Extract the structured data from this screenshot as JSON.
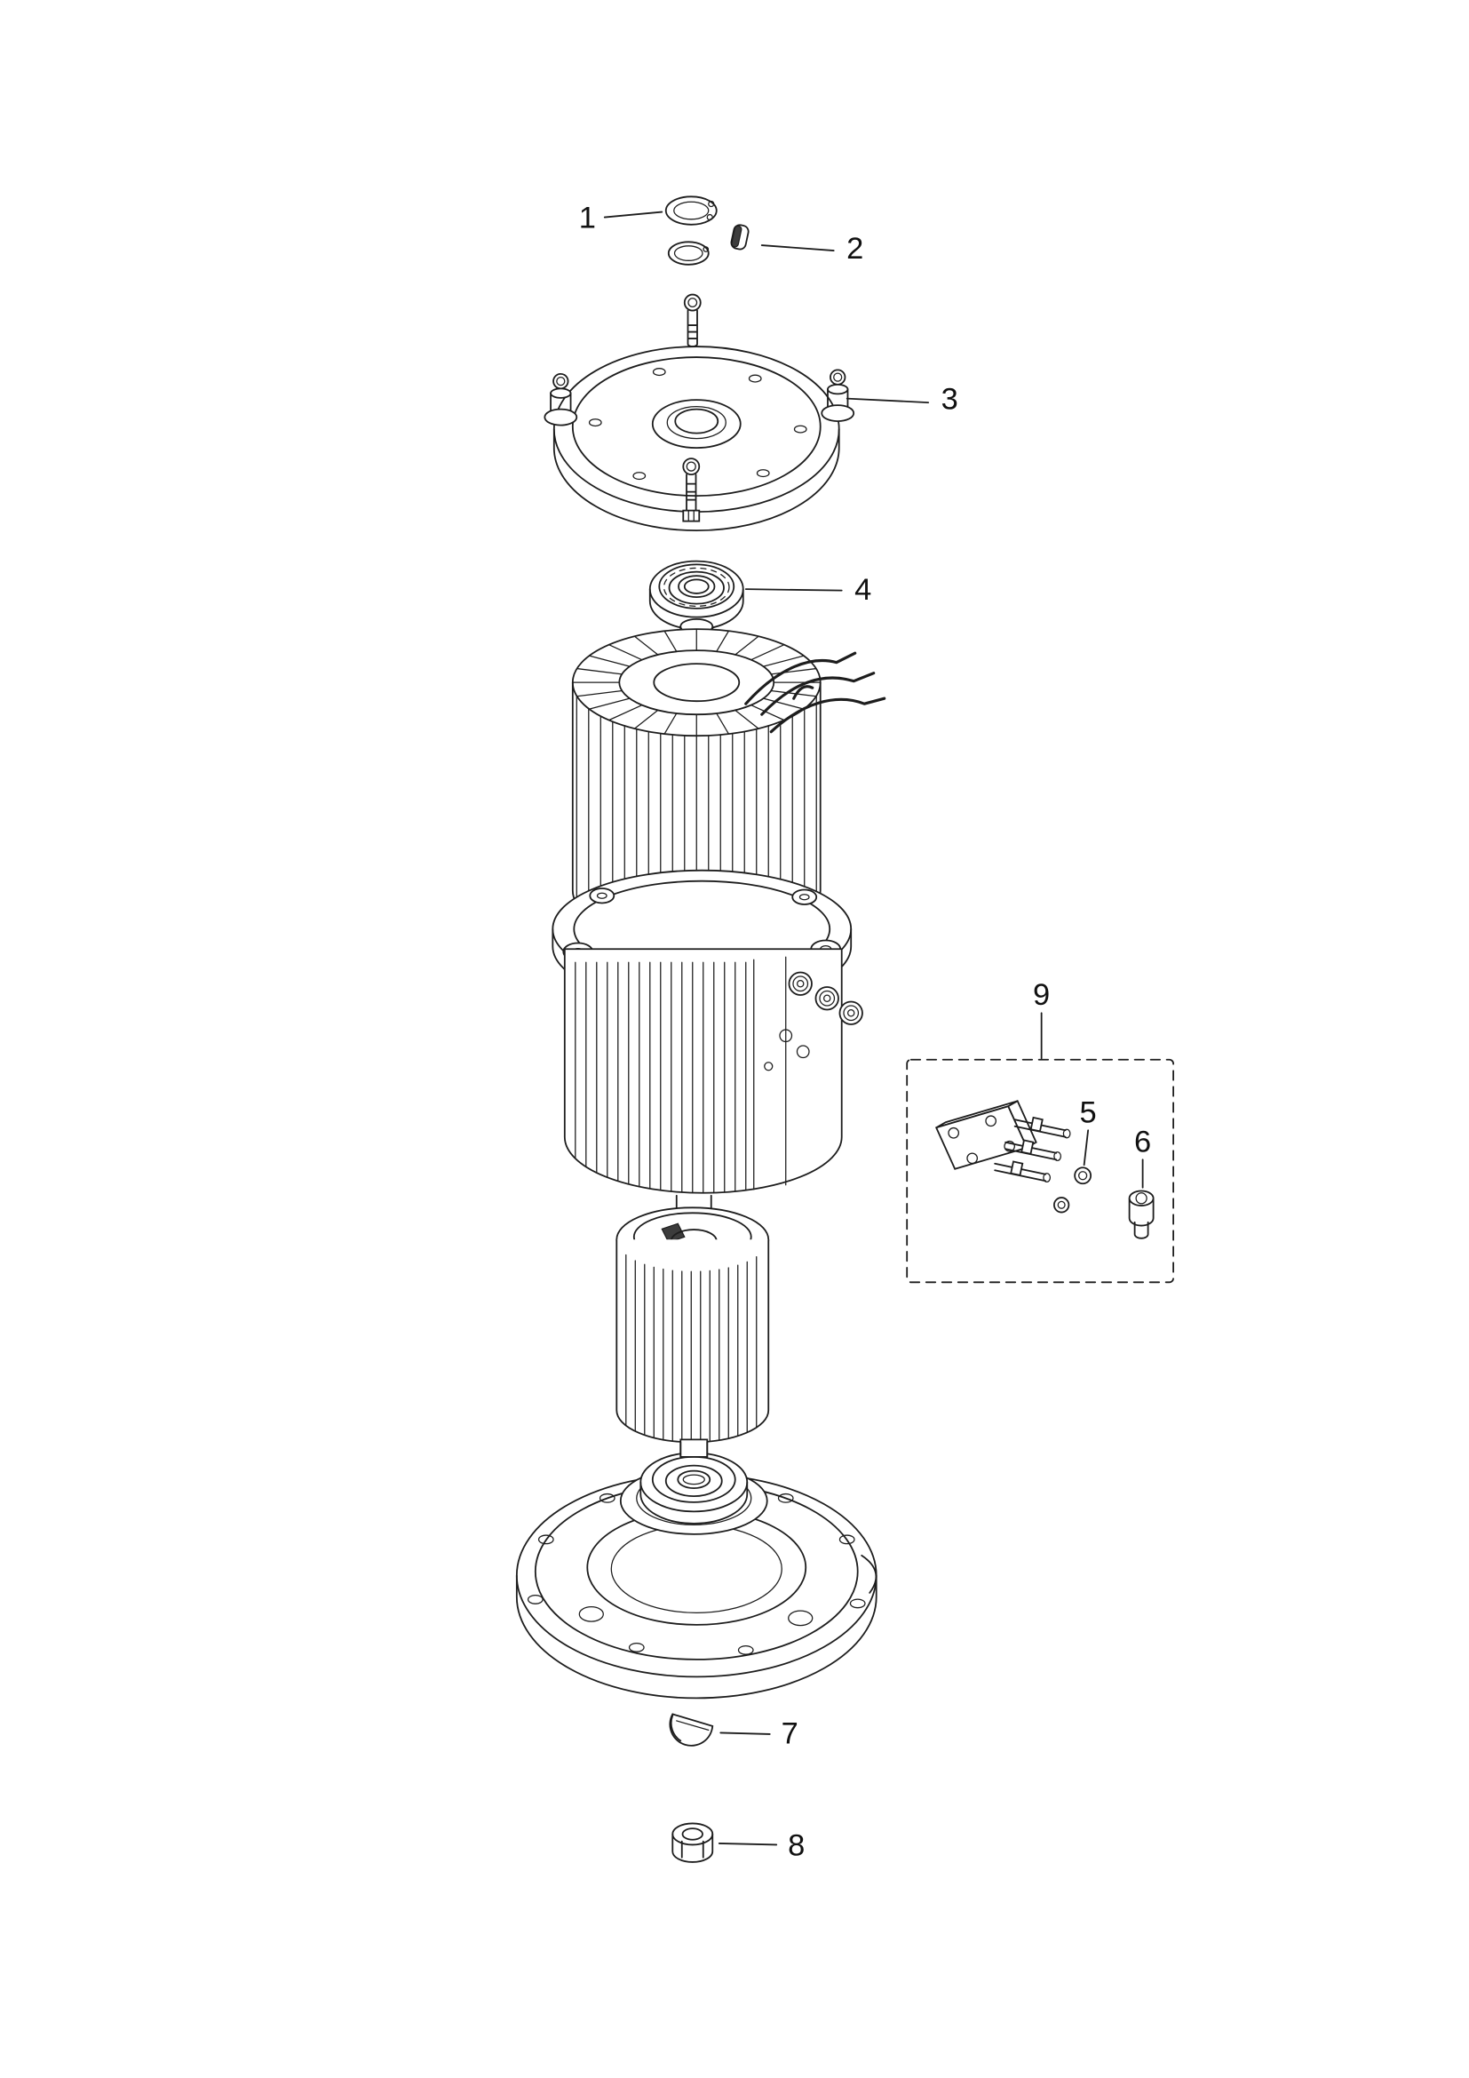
{
  "diagram": {
    "type": "exploded-parts-diagram",
    "callouts": [
      {
        "label": "1"
      },
      {
        "label": "2"
      },
      {
        "label": "3"
      },
      {
        "label": "4"
      },
      {
        "label": "5"
      },
      {
        "label": "6"
      },
      {
        "label": "7"
      },
      {
        "label": "8"
      },
      {
        "label": "9"
      }
    ]
  },
  "colors": {
    "background": "#ffffff",
    "line": "#1d1d1d",
    "dark_fill": "#3c3c3c"
  }
}
